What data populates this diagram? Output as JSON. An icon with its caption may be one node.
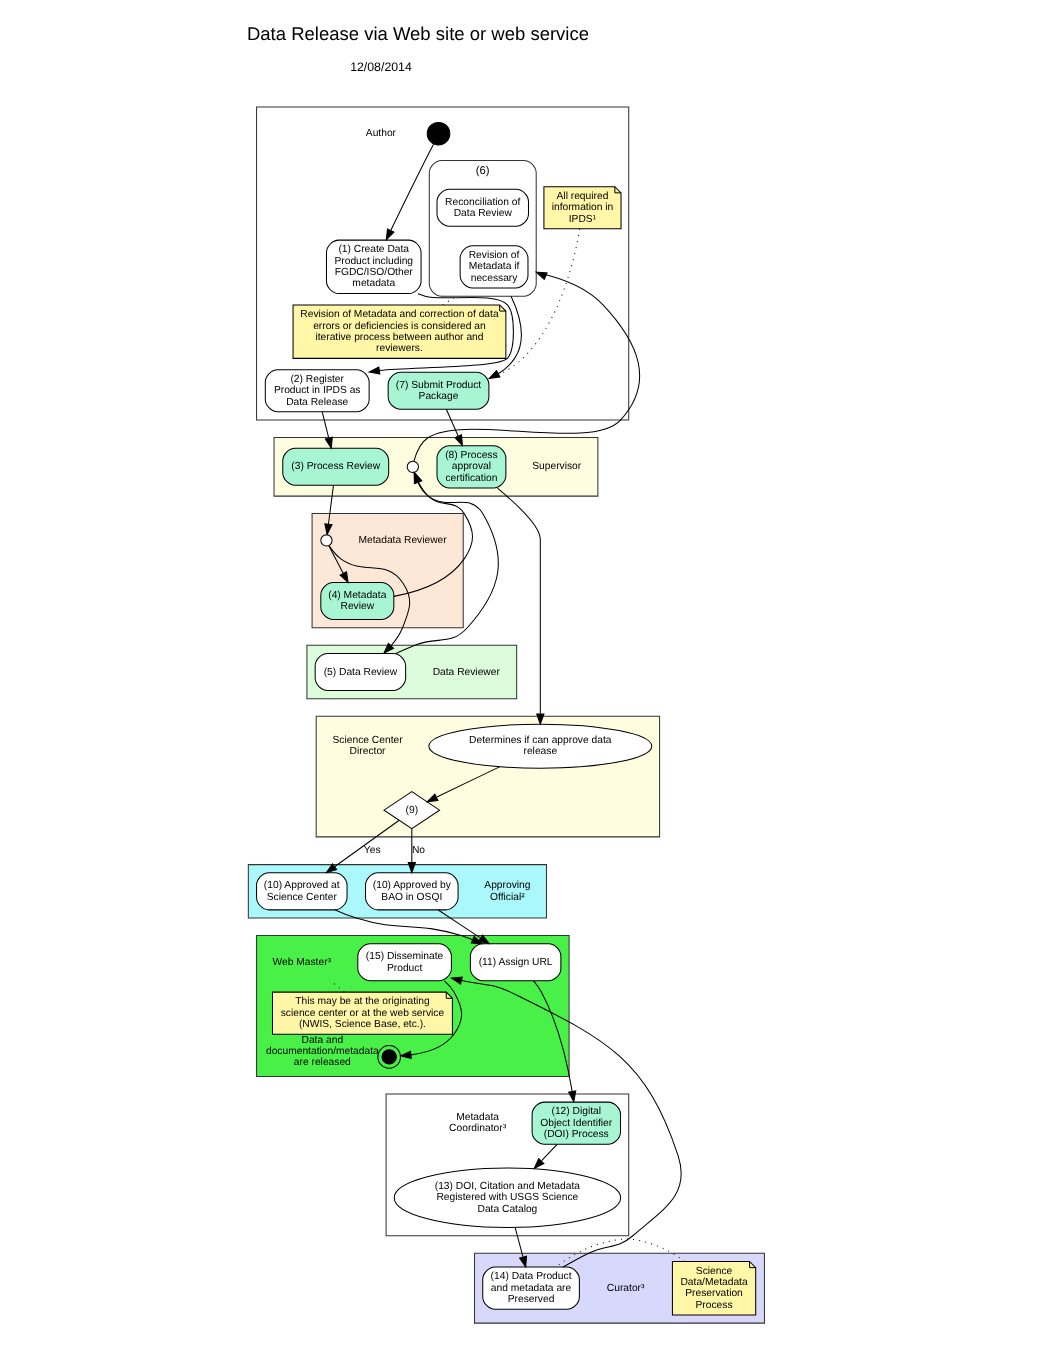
{
  "diagram": {
    "title": "Data Release via Web site or web service",
    "nodes": [
      {
        "text": [],
        "shape": "band"
      },
      {
        "text": [
          "Author"
        ],
        "in": 0
      },
      {
        "text": [],
        "shape": "circle",
        "in": 0
      },
      {
        "text": [
          "(1) Create Data Product including FGDC/ISO/Other metadata"
        ],
        "in": 0
      },
      {
        "text": [
          "(2) Register Product in IPDS as Data Release"
        ],
        "in": 0
      },
      {
        "text": [
          "(6)"
        ],
        "in": 0
      },
      {
        "text": [
          "Revision of Metadata if necessary"
        ],
        "in": 5
      },
      {
        "text": [
          "Reconciliation of Data Review"
        ],
        "in": 5
      },
      {
        "text": [
          "(7) Submit Product Package"
        ],
        "in": 0
      },
      {
        "text": [
          "Revision of Metadata and correction of data errors or deficiencies is considered an iterative process between author and reviewers."
        ],
        "in": 0
      },
      {
        "text": [
          "All required information in IPDS¹"
        ],
        "in": 0
      },
      {
        "text": [],
        "shape": "band"
      },
      {
        "text": [
          "Supervisor"
        ],
        "in": 11
      },
      {
        "text": [
          "(3) Process Review"
        ],
        "in": 11
      },
      {
        "text": [],
        "shape": "circle",
        "in": 11
      },
      {
        "text": [
          "(8) Process approval certification"
        ],
        "in": 11
      },
      {
        "text": [],
        "shape": "band"
      },
      {
        "text": [
          "Metadata Reviewer"
        ],
        "in": 16
      },
      {
        "text": [],
        "shape": "circle",
        "in": 16
      },
      {
        "text": [
          "(4) Metadata Review"
        ],
        "in": 16
      },
      {
        "text": [],
        "shape": "band"
      },
      {
        "text": [
          "Data Reviewer"
        ],
        "in": 20
      },
      {
        "text": [
          "(5) Data Review"
        ],
        "in": 20
      },
      {
        "text": [],
        "shape": "band"
      },
      {
        "text": [
          "Science Center Director"
        ],
        "in": 23
      },
      {
        "text": [
          "Determines if can approve data release"
        ],
        "in": 23
      },
      {
        "text": [
          "(9)"
        ],
        "in": 23
      },
      {
        "text": [],
        "shape": "band"
      },
      {
        "text": [
          "Approving Official²"
        ],
        "in": 27
      },
      {
        "text": [
          "(10) Approved by BAO in OSQI"
        ],
        "in": 27
      },
      {
        "text": [
          "(10) Approved at Science Center"
        ],
        "in": 27
      },
      {
        "text": [],
        "shape": "band"
      },
      {
        "text": [
          "Web Master³"
        ],
        "in": 31
      },
      {
        "text": [
          "This may be at the originating science center or at the web service (NWIS, Science Base, etc.)."
        ],
        "in": 31
      },
      {
        "text": [
          "(11) Assign URL"
        ],
        "in": 31
      },
      {
        "text": [
          "(15) Disseminate Product"
        ],
        "in": 31
      },
      {
        "text": [],
        "shape": "circle",
        "in": 31,
        "beside": [
          "Data and documentation/metadata are released"
        ]
      },
      {
        "text": [],
        "shape": "band"
      },
      {
        "text": [
          "Metadata Coordinator³"
        ],
        "in": 37
      },
      {
        "text": [
          "(13) DOI, Citation and Metadata Registered with USGS Science Data Catalog"
        ],
        "in": 37
      },
      {
        "text": [
          "(12) Digital Object Identifier (DOI) Process"
        ],
        "in": 37
      },
      {
        "text": [],
        "shape": "band"
      },
      {
        "text": [
          "Curator³"
        ],
        "in": 41
      },
      {
        "text": [
          "Science Data/Metadata Preservation Process"
        ],
        "in": 41
      },
      {
        "text": [
          "(14) Data Product and metadata are Preserved"
        ],
        "in": 41
      }
    ],
    "edges": [
      {
        "from": 2,
        "to": 3,
        "arrow": "to"
      },
      {
        "from": 3,
        "to": 4,
        "arrow": "to"
      },
      {
        "from": 4,
        "to": 13,
        "arrow": "to"
      },
      {
        "from": 13,
        "to": 18,
        "arrow": "to"
      },
      {
        "from": 18,
        "to": 19,
        "arrow": "to"
      },
      {
        "from": 18,
        "to": 22,
        "arrow": "to"
      },
      {
        "from": 22,
        "to": 14,
        "arrow": "to"
      },
      {
        "from": 19,
        "to": 14,
        "arrow": "to"
      },
      {
        "from": 14,
        "to": 5,
        "arrow": "to"
      },
      {
        "from": 5,
        "to": 8,
        "arrow": "to"
      },
      {
        "from": 8,
        "to": 15,
        "arrow": "to"
      },
      {
        "from": 15,
        "to": 25,
        "arrow": "to"
      },
      {
        "from": 25,
        "to": 26,
        "arrow": "to"
      },
      {
        "from": 26,
        "to": 29,
        "arrow": "to",
        "label": "No"
      },
      {
        "from": 26,
        "to": 30,
        "arrow": "to",
        "label": "Yes"
      },
      {
        "from": 29,
        "to": 34,
        "arrow": "to"
      },
      {
        "from": 30,
        "to": 34,
        "arrow": "to"
      },
      {
        "from": 34,
        "to": 40,
        "arrow": "to"
      },
      {
        "from": 40,
        "to": 39,
        "arrow": "to"
      },
      {
        "from": 39,
        "to": 44,
        "arrow": "to"
      },
      {
        "from": 44,
        "to": 35,
        "arrow": "to"
      },
      {
        "from": 35,
        "to": 36,
        "arrow": "to"
      },
      {
        "from": 9,
        "to": 5,
        "arrow": "none",
        "style": "dashed"
      },
      {
        "from": 10,
        "to": 8,
        "arrow": "none",
        "style": "dashed"
      },
      {
        "from": 33,
        "to": 32,
        "arrow": "none",
        "style": "dashed"
      },
      {
        "from": 43,
        "to": 44,
        "arrow": "none",
        "style": "dashed"
      }
    ],
    "labels": [
      "12/08/2014"
    ]
  }
}
